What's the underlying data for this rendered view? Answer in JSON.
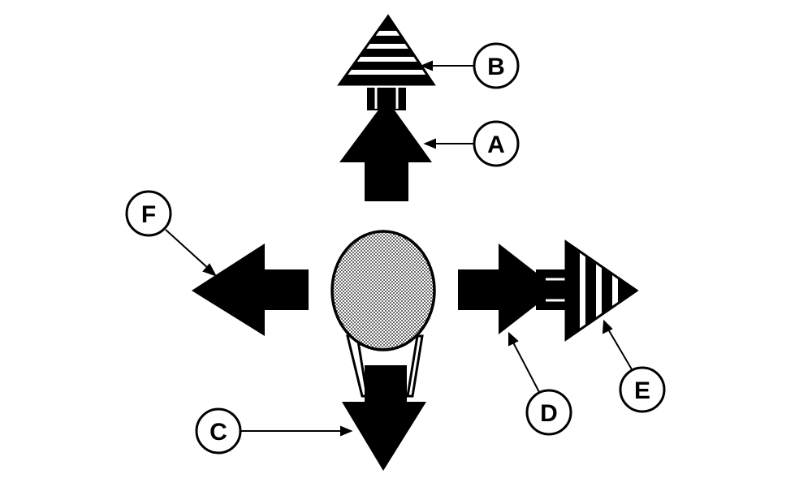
{
  "callouts": {
    "a": "A",
    "b": "B",
    "c": "C",
    "d": "D",
    "e": "E",
    "f": "F"
  },
  "colors": {
    "ink": "#000000",
    "paper": "#ffffff",
    "knob_fill": "#d9d9d9"
  }
}
